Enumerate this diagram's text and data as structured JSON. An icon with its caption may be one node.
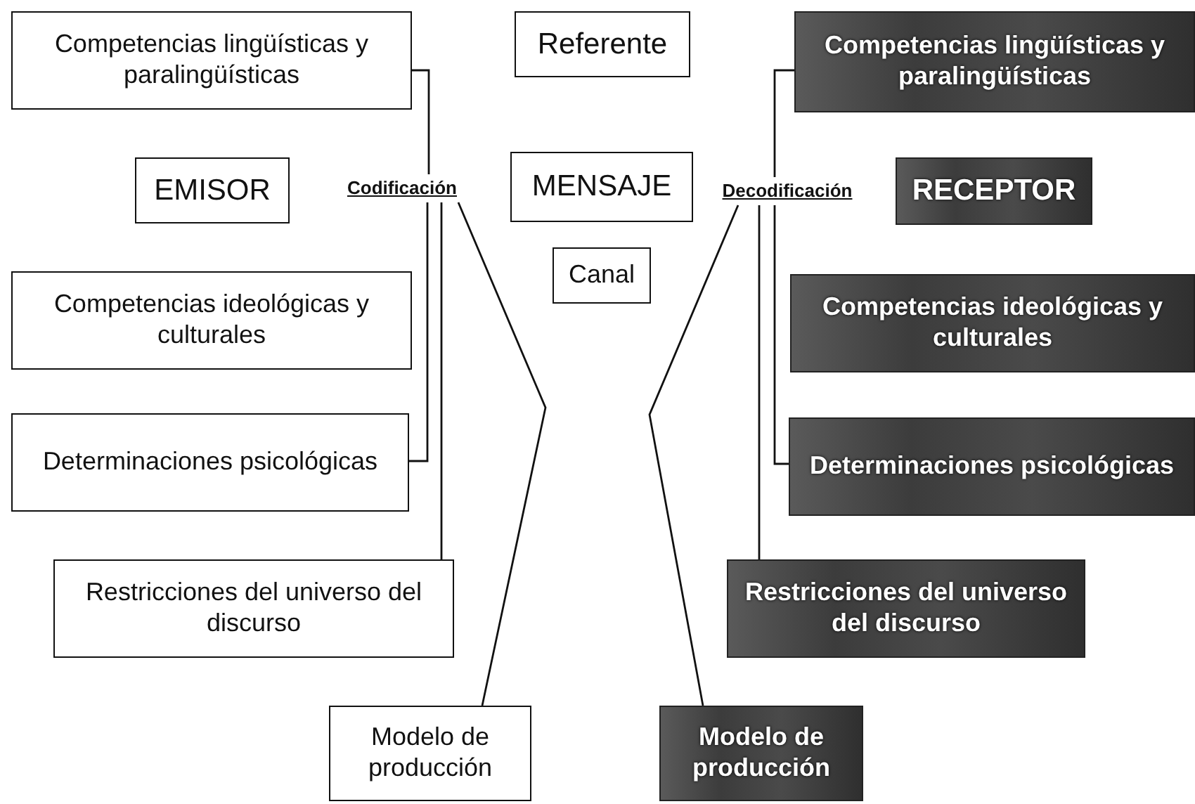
{
  "diagram": {
    "nodes": [
      {
        "text": [
          "Competencias lingüísticas y paralingüísticas"
        ]
      },
      {
        "text": [
          "Referente"
        ]
      },
      {
        "text": [
          "Competencias lingüísticas y paralingüísticas"
        ]
      },
      {
        "text": [
          "EMISOR"
        ]
      },
      {
        "text": [
          "Codificación"
        ]
      },
      {
        "text": [
          "MENSAJE"
        ]
      },
      {
        "text": [
          "Decodificación"
        ]
      },
      {
        "text": [
          "RECEPTOR"
        ]
      },
      {
        "text": [
          "Canal"
        ]
      },
      {
        "text": [
          "Competencias ideológicas y culturales"
        ]
      },
      {
        "text": [
          "Competencias ideológicas y culturales"
        ]
      },
      {
        "text": [
          "Determinaciones psicológicas"
        ]
      },
      {
        "text": [
          "Determinaciones psicológicas"
        ]
      },
      {
        "text": [
          "Restricciones del universo del discurso"
        ]
      },
      {
        "text": [
          "Restricciones del universo del discurso"
        ]
      },
      {
        "text": [
          "Modelo de producción"
        ]
      },
      {
        "text": [
          "Modelo de producción"
        ]
      }
    ],
    "edges": [
      {
        "from": 0,
        "to": 4,
        "arrow": "none"
      },
      {
        "from": 4,
        "to": 11,
        "arrow": "none"
      },
      {
        "from": 4,
        "to": 13,
        "arrow": "none"
      },
      {
        "from": 4,
        "to": 15,
        "arrow": "none"
      },
      {
        "from": 2,
        "to": 6,
        "arrow": "none"
      },
      {
        "from": 6,
        "to": 12,
        "arrow": "none"
      },
      {
        "from": 6,
        "to": 14,
        "arrow": "none"
      },
      {
        "from": 6,
        "to": 16,
        "arrow": "none"
      }
    ]
  }
}
